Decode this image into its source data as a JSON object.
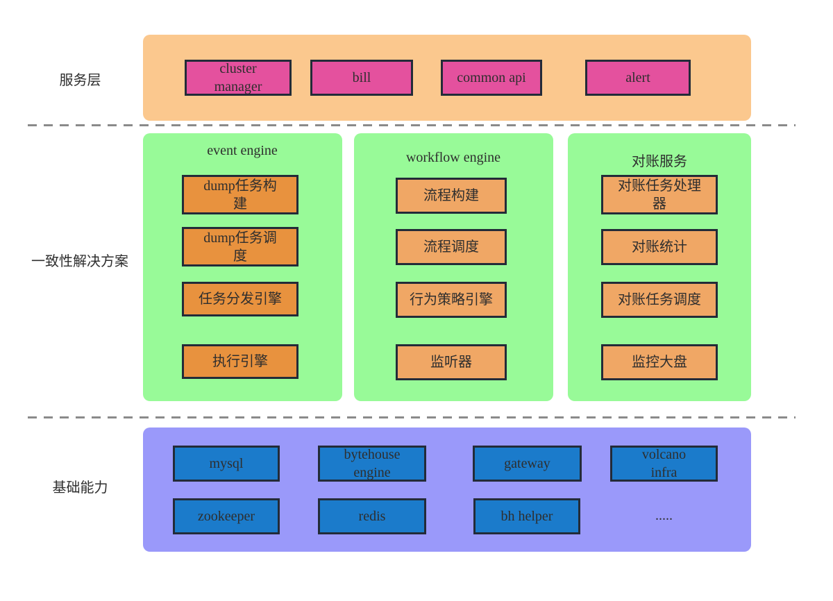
{
  "colors": {
    "service-panel": "#FBC88E",
    "service-box": "#E4519E",
    "green-panel": "#98FA98",
    "box-dark-orange": "#E8923E",
    "box-light-orange": "#F0A765",
    "infra-panel": "#9A99FA",
    "infra-box": "#1B7BCB",
    "border": "#232B38",
    "text": "#2E2E2E",
    "dash": "#8A8A8A"
  },
  "layers": {
    "service": {
      "label": "服务层",
      "boxes": [
        {
          "label": "cluster\nmanager"
        },
        {
          "label": "bill"
        },
        {
          "label": "common api"
        },
        {
          "label": "alert"
        }
      ]
    },
    "solution": {
      "label": "一致性解决方案",
      "groups": [
        {
          "title": "event engine",
          "boxes": [
            {
              "label": "dump任务构\n建"
            },
            {
              "label": "dump任务调\n度"
            },
            {
              "label": "任务分发引擎"
            },
            {
              "label": "执行引擎"
            }
          ]
        },
        {
          "title": "workflow engine",
          "boxes": [
            {
              "label": "流程构建"
            },
            {
              "label": "流程调度"
            },
            {
              "label": "行为策略引擎"
            },
            {
              "label": "监听器"
            }
          ]
        },
        {
          "title": "对账服务",
          "boxes": [
            {
              "label": "对账任务处理\n器"
            },
            {
              "label": "对账统计"
            },
            {
              "label": "对账任务调度"
            },
            {
              "label": "监控大盘"
            }
          ]
        }
      ]
    },
    "infra": {
      "label": "基础能力",
      "row1": [
        {
          "label": "mysql"
        },
        {
          "label": "bytehouse\nengine"
        },
        {
          "label": "gateway"
        },
        {
          "label": "volcano\ninfra"
        }
      ],
      "row2": [
        {
          "label": "zookeeper"
        },
        {
          "label": "redis"
        },
        {
          "label": "bh helper"
        }
      ],
      "ellipsis": "....."
    }
  }
}
